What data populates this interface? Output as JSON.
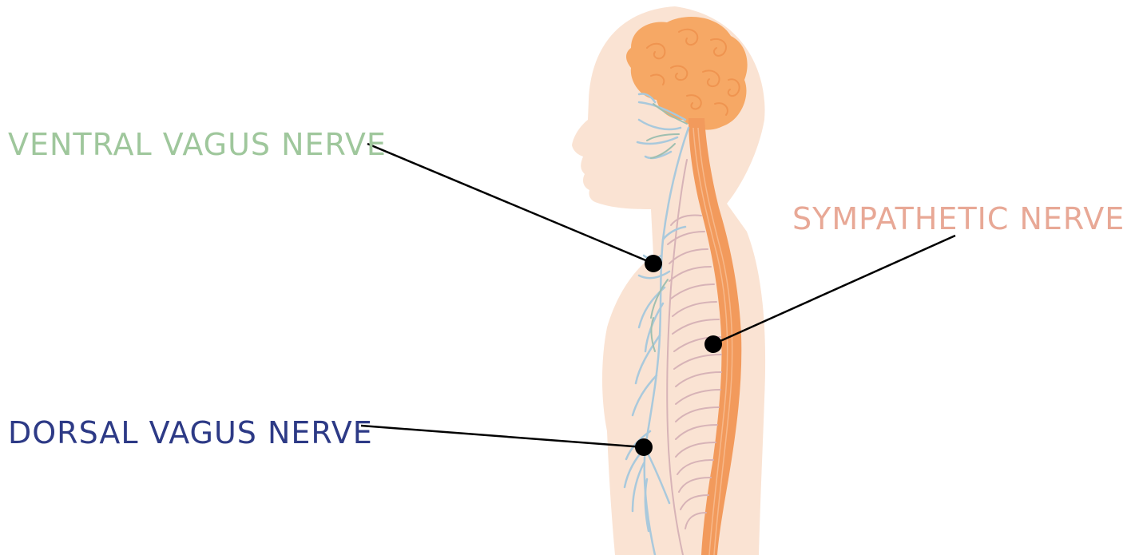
{
  "labels": {
    "ventral": "VENTRAL VAGUS NERVE",
    "sympathetic": "SYMPATHETIC NERVE",
    "dorsal": "DORSAL VAGUS NERVE"
  },
  "colors": {
    "ventral": "#9fc79c",
    "sympathetic": "#e8a896",
    "dorsal": "#2d3a86",
    "body": "#fae3d3",
    "brain": "#f6a865",
    "spinal_cord": "#f29a5c",
    "vagus_branches": "#a9c9dc",
    "sympathetic_branches": "#d7b3b7",
    "leader": "#000000"
  }
}
